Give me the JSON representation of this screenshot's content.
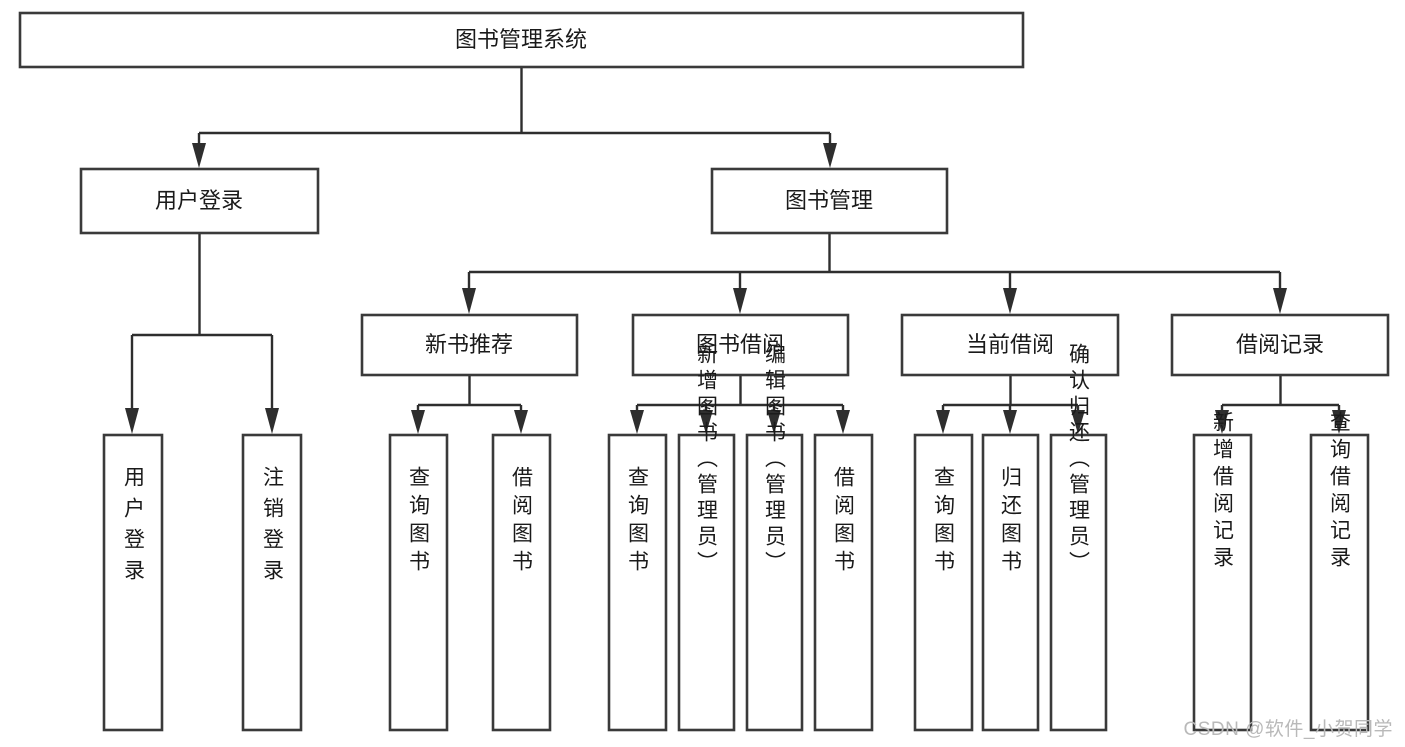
{
  "diagram": {
    "title": "图书管理系统",
    "watermark": "CSDN @软件_小贺同学",
    "colors": {
      "background": "#ffffff",
      "box_stroke": "#3a3a3a",
      "connector": "#2e2e2e",
      "text": "#1a1a1a",
      "watermark": "#b9b9b9"
    },
    "root": {
      "label": "图书管理系统"
    },
    "level2": [
      {
        "label": "用户登录"
      },
      {
        "label": "图书管理"
      }
    ],
    "level3": [
      {
        "label": "新书推荐"
      },
      {
        "label": "图书借阅"
      },
      {
        "label": "当前借阅"
      },
      {
        "label": "借阅记录"
      }
    ],
    "leaves": {
      "user_login": [
        {
          "label": "用户登录"
        },
        {
          "label": "注销登录"
        }
      ],
      "new_book_recommend": [
        {
          "label": "查询图书"
        },
        {
          "label": "借阅图书"
        }
      ],
      "book_borrow": [
        {
          "label": "查询图书"
        },
        {
          "label": "新增图书（管理员）"
        },
        {
          "label": "编辑图书（管理员）"
        },
        {
          "label": "借阅图书"
        }
      ],
      "current_borrow": [
        {
          "label": "查询图书"
        },
        {
          "label": "归还图书"
        },
        {
          "label": "确认归还（管理员）"
        }
      ],
      "borrow_records": [
        {
          "label": "新增借阅记录"
        },
        {
          "label": "查询借阅记录"
        }
      ]
    }
  }
}
